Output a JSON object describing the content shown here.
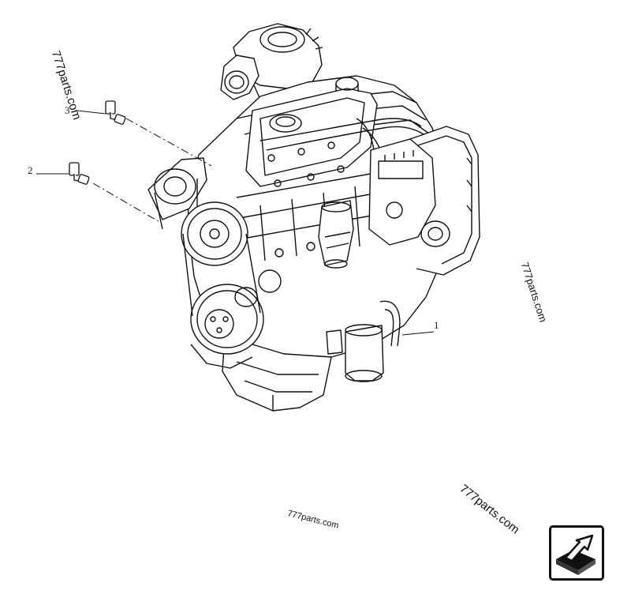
{
  "watermarks": [
    "777parts.com",
    "777parts.com",
    "777parts.com",
    "777parts.com"
  ],
  "callouts": {
    "one": "1",
    "two": "2",
    "three": "3"
  },
  "nav": {
    "icon": "arrow-into-box-icon"
  }
}
